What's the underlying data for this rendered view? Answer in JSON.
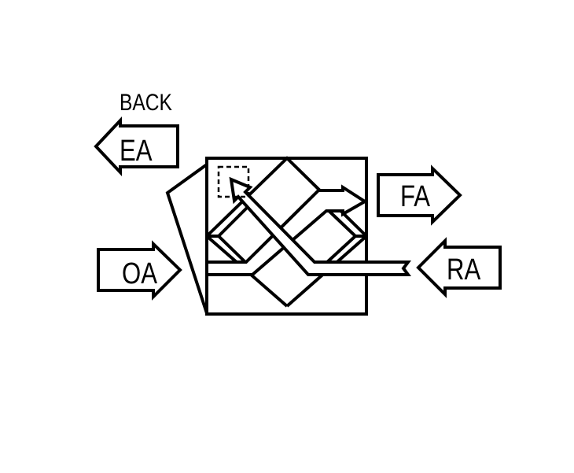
{
  "labels": {
    "back": "BACK",
    "ea": "EA",
    "oa": "OA",
    "fa": "FA",
    "ra": "RA"
  },
  "colors": {
    "stroke": "#000000",
    "background": "#ffffff"
  }
}
